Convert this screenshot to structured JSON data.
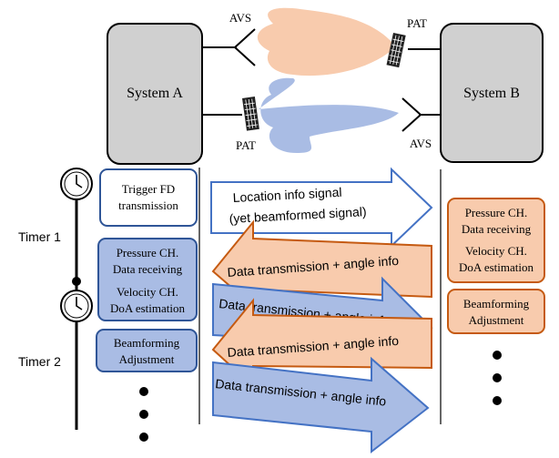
{
  "top": {
    "system_a": "System A",
    "system_b": "System B",
    "avs_a": "AVS",
    "pat_b": "PAT",
    "pat_a": "PAT",
    "avs_b": "AVS"
  },
  "timeline": {
    "timer1": "Timer 1",
    "timer2": "Timer 2"
  },
  "left": {
    "trigger_line1": "Trigger FD",
    "trigger_line2": "transmission",
    "pressure_line1": "Pressure CH.",
    "pressure_line2": "Data receiving",
    "velocity_line1": "Velocity CH.",
    "velocity_line2": "DoA estimation",
    "beam_line1": "Beamforming",
    "beam_line2": "Adjustment"
  },
  "right": {
    "pressure_line1": "Pressure CH.",
    "pressure_line2": "Data receiving",
    "velocity_line1": "Velocity CH.",
    "velocity_line2": "DoA estimation",
    "beam_line1": "Beamforming",
    "beam_line2": "Adjustment"
  },
  "arrows": {
    "location_line1": "Location info signal",
    "location_line2": "(yet beamformed signal)",
    "data1": "Data transmission + angle info",
    "data2": "Data transmission + angle info",
    "data3": "Data transmission + angle info",
    "data4": "Data transmission + angle info"
  },
  "colors": {
    "orange": "#F8CBAD",
    "orange_stroke": "#C55A11",
    "blue": "#A9BCE4",
    "blue_stroke": "#2F5597",
    "gray": "#D0D0D0"
  }
}
